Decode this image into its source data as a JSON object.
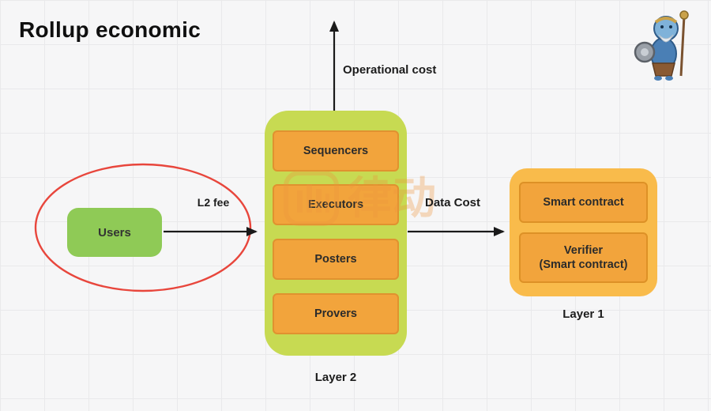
{
  "title": "Rollup economic",
  "nodes": {
    "users": {
      "label": "Users"
    },
    "layer2": {
      "label": "Layer 2",
      "items": [
        "Sequencers",
        "Executors",
        "Posters",
        "Provers"
      ]
    },
    "layer1": {
      "label": "Layer 1",
      "items": [
        "Smart contract",
        "Verifier\n(Smart contract)"
      ]
    }
  },
  "edges": {
    "l2_fee": {
      "label": "L2 fee",
      "from": "Users",
      "to": "Layer 2"
    },
    "operational_cost": {
      "label": "Operational cost",
      "from": "Layer 2",
      "to": "up"
    },
    "data_cost": {
      "label": "Data Cost",
      "from": "Layer 2",
      "to": "Layer 1"
    }
  },
  "watermark": {
    "text": "律动"
  },
  "colors": {
    "layer2_container": "#c7da52",
    "layer1_container": "#f9bb4b",
    "inner_box": "#f2a43c",
    "inner_box_border": "#e0922f",
    "users_box": "#8fca56",
    "ellipse_stroke": "#e8463c",
    "arrow": "#1a1a1a",
    "watermark": "#ee963c"
  }
}
